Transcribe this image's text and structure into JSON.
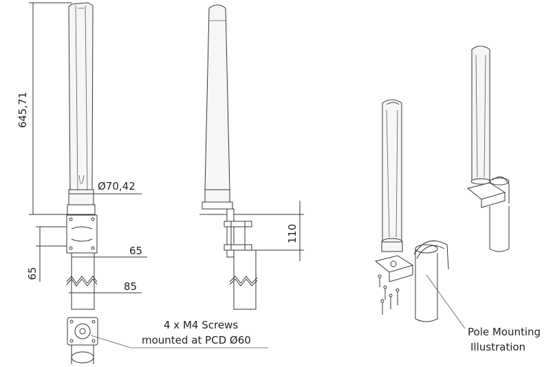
{
  "dimensions": {
    "height": "645,71",
    "diameter": "Ø70,42",
    "bracket_height": "110",
    "bracket_width": "65",
    "plate_height": "65",
    "pole_width": "85"
  },
  "notes": {
    "screws_line1": "4 x M4 Screws",
    "screws_line2": "mounted at PCD Ø60",
    "pole_line1": "Pole Mounting",
    "pole_line2": "Illustration"
  },
  "colors": {
    "line": "#333333",
    "fill": "#f6f6f6",
    "background": "#ffffff"
  }
}
